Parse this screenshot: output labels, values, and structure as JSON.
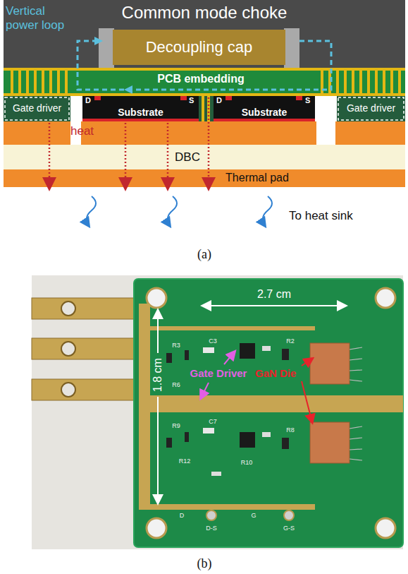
{
  "diagram": {
    "nodes": [
      {
        "text": [
          "Common mode choke"
        ]
      },
      {
        "text": [
          "Decoupling cap"
        ],
        "in": 0
      },
      {
        "text": [
          "PCB embedding"
        ]
      },
      {
        "text": [
          "Gate driver"
        ]
      },
      {
        "text": [
          "D",
          "S",
          "Substrate"
        ]
      },
      {
        "text": [
          "D",
          "S",
          "Substrate"
        ]
      },
      {
        "text": [
          "Gate driver"
        ]
      },
      {
        "text": [
          "DBC"
        ]
      },
      {
        "text": [
          "Thermal pad"
        ]
      }
    ],
    "labels": [
      "Vertical power loop",
      "heat",
      "To heat sink",
      "(a)",
      "2.7 cm",
      "1.8 cm",
      "Gate Driver",
      "GaN Die",
      "C3",
      "R3",
      "R6",
      "R2",
      "R9",
      "C7",
      "R12",
      "R10",
      "R8",
      "D",
      "D-S",
      "G",
      "G-S",
      "(b)"
    ]
  }
}
